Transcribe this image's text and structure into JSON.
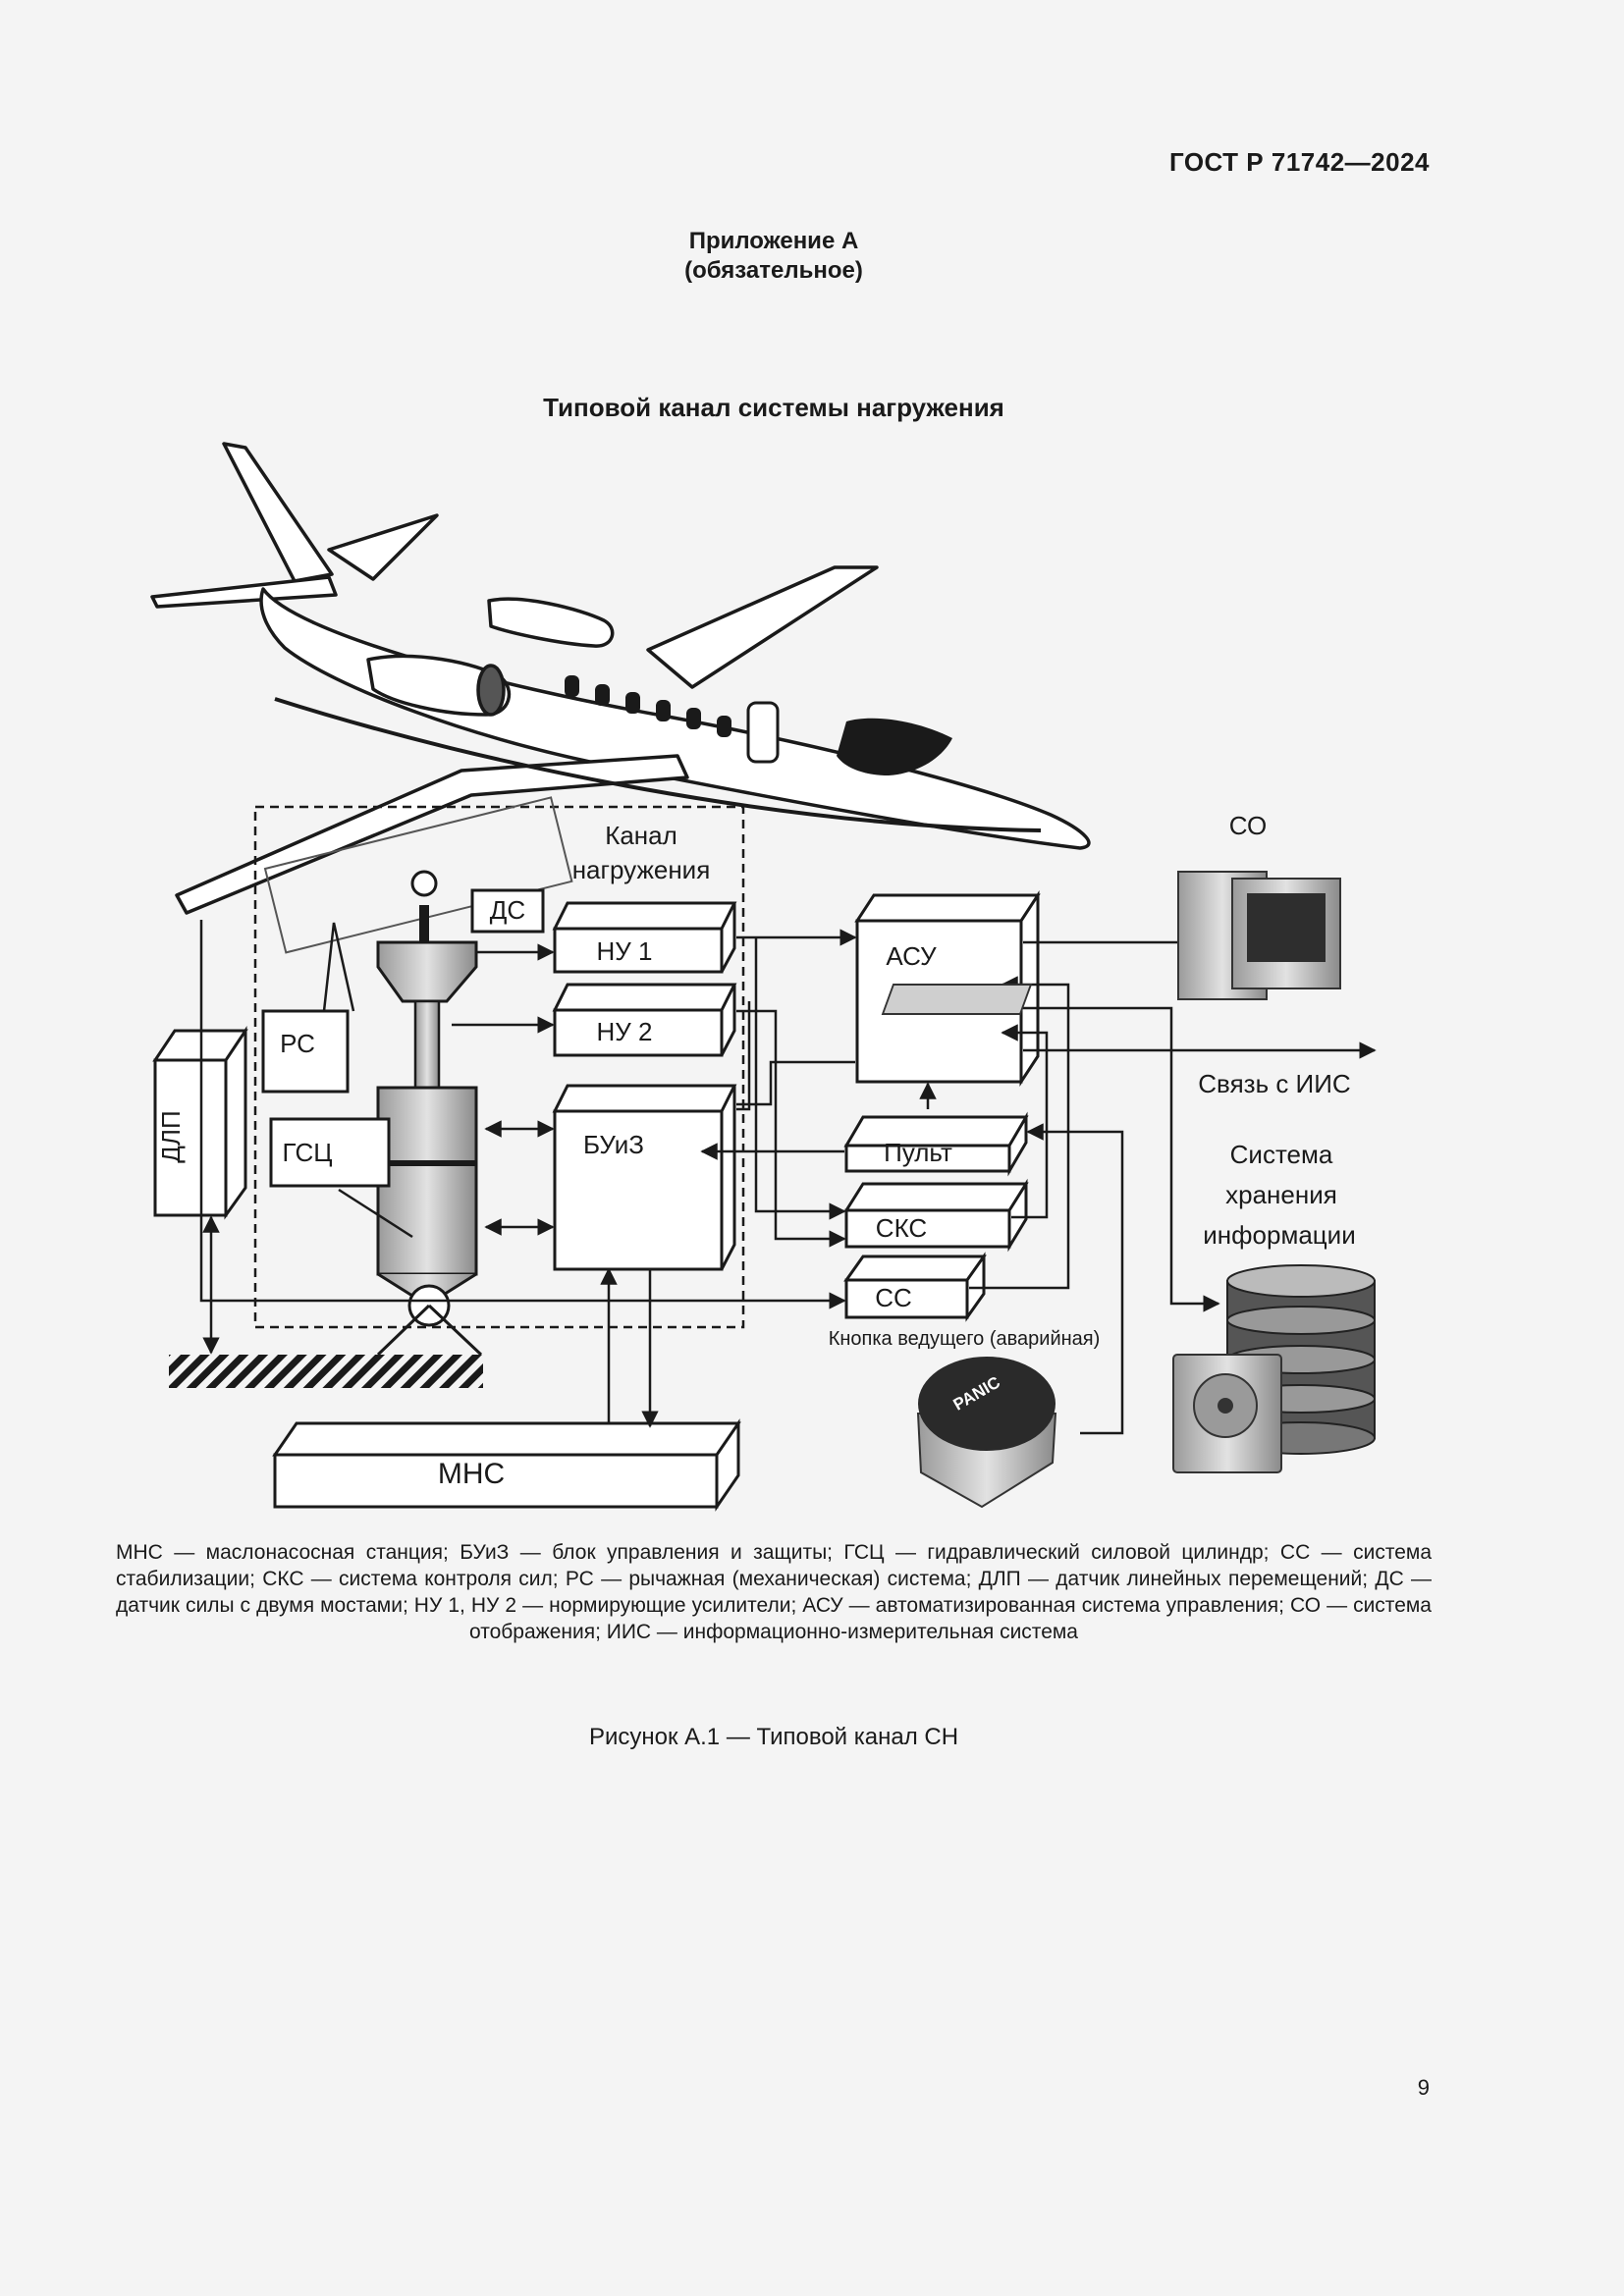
{
  "header": {
    "doc_code": "ГОСТ Р 71742—2024"
  },
  "appendix": {
    "title": "Приложение А",
    "status": "(обязательное)"
  },
  "figure": {
    "title": "Типовой канал системы нагружения",
    "labels": {
      "channel_line1": "Канал",
      "channel_line2": "нагружения",
      "ds": "ДС",
      "nu1": "НУ 1",
      "nu2": "НУ 2",
      "rs": "РС",
      "gsc": "ГСЦ",
      "dlp": "ДЛП",
      "buiz": "БУиЗ",
      "asu": "АСУ",
      "pult": "Пульт",
      "sks": "СКС",
      "ss": "СС",
      "mns": "МНС",
      "so": "СО",
      "iis_link": "Связь с ИИС",
      "storage_line1": "Система",
      "storage_line2": "хранения",
      "storage_line3": "информации",
      "panic_caption": "Кнопка ведущего (аварийная)",
      "panic_button": "PANIC"
    },
    "icons": [
      "airplane-icon",
      "computer-icon",
      "database-icon",
      "hard-disk-icon",
      "panic-button-icon"
    ]
  },
  "legend": "МНС — маслонасосная станция; БУиЗ — блок управления и защиты; ГСЦ — гидравлический силовой цилиндр; СС — система стабилизации; СКС — система контроля сил; РС — рычажная (механическая) система; ДЛП — датчик линейных перемещений; ДС — датчик силы с двумя мостами; НУ 1, НУ 2 — нормирующие усилители; АСУ — автоматизированная система управления; СО — система отображения; ИИС — информационно-измерительная система",
  "caption": "Рисунок А.1 — Типовой канал СН",
  "page_number": "9"
}
